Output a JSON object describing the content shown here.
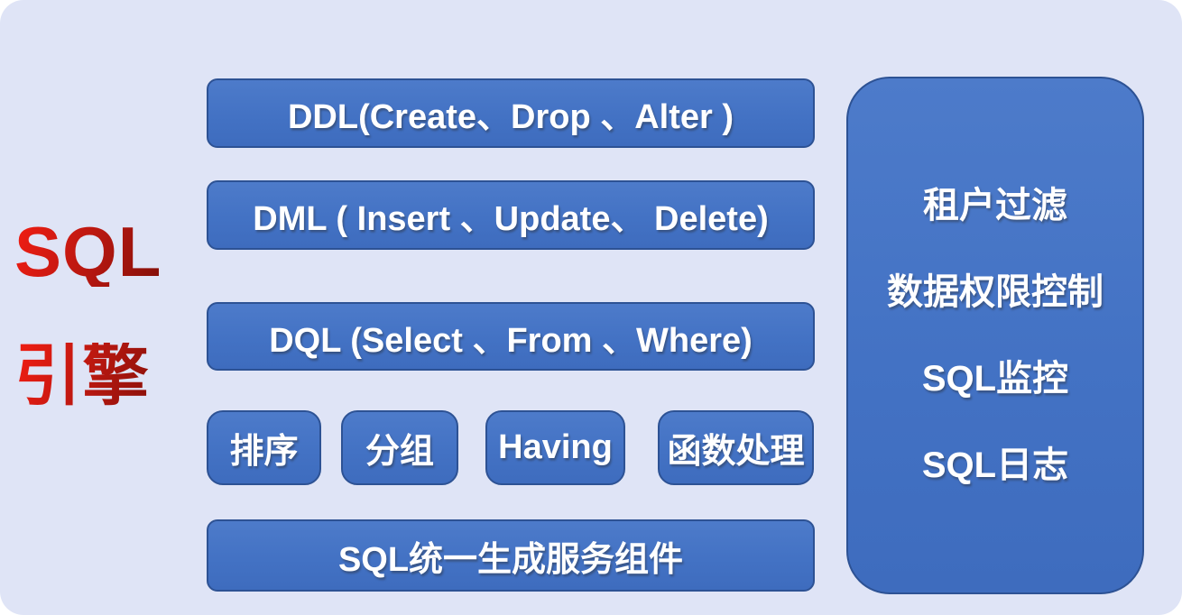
{
  "colors": {
    "canvas_background": "#dfe4f6",
    "box_fill": "#4472c4",
    "box_border": "#2d5294",
    "box_text": "#ffffff",
    "title_red_bright": "#ea1d13",
    "title_red_dark": "#871009"
  },
  "title": {
    "line1": "SQL",
    "line2": "引擎"
  },
  "sql_layers": [
    {
      "id": "ddl",
      "label": "DDL(Create、Drop 、Alter )"
    },
    {
      "id": "dml",
      "label": "DML ( Insert 、Update、 Delete)"
    },
    {
      "id": "dql",
      "label": "DQL (Select 、From 、Where)"
    }
  ],
  "clause_boxes": [
    {
      "id": "sort",
      "label": "排序"
    },
    {
      "id": "group",
      "label": "分组"
    },
    {
      "id": "having",
      "label": "Having"
    },
    {
      "id": "function",
      "label": "函数处理"
    }
  ],
  "service_box": {
    "label": "SQL统一生成服务组件"
  },
  "side_panel": {
    "items": [
      {
        "label": "租户过滤"
      },
      {
        "label": "数据权限控制"
      },
      {
        "label": "SQL监控"
      },
      {
        "label": "SQL日志"
      }
    ]
  }
}
